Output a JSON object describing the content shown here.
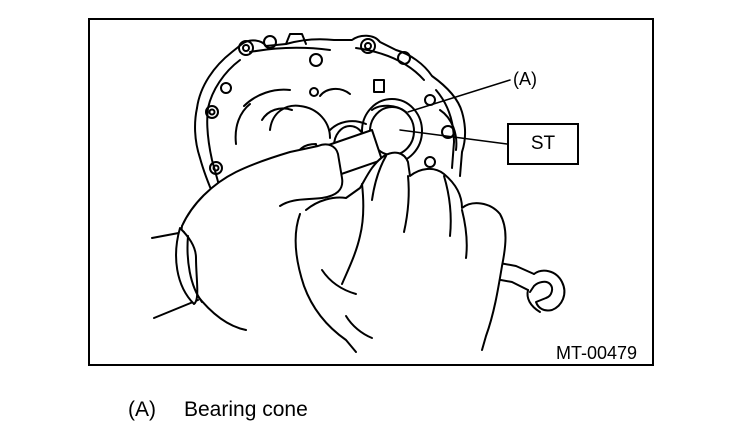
{
  "figure": {
    "code": "MT-00479",
    "callouts": {
      "a_label": "(A)",
      "st_label": "ST"
    }
  },
  "legend": {
    "items": [
      {
        "key": "(A)",
        "text": "Bearing cone"
      }
    ]
  }
}
